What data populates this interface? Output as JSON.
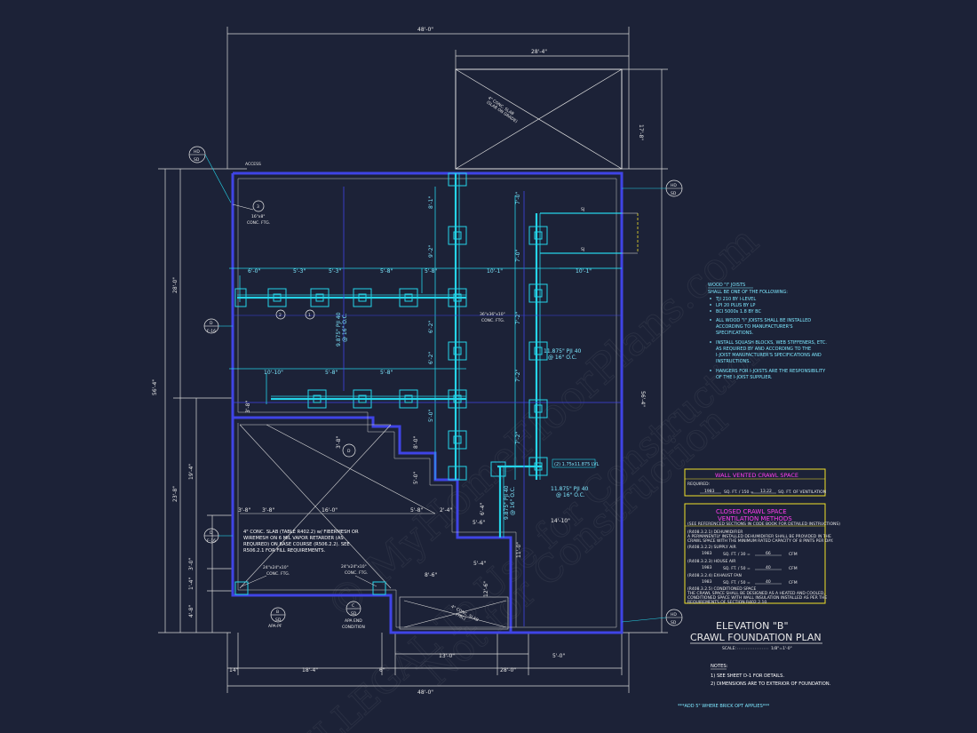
{
  "overall": {
    "top_width": "48'-0\"",
    "bottom_width": "48'-0\"",
    "left_height": "56'-4\"",
    "right_height": "56'-4\""
  },
  "slab": {
    "width": "28'-4\"",
    "depth": "17'-8\"",
    "label_line1": "4\" CONC. SLAB",
    "label_line2": "(SLAB ON GRADE)"
  },
  "access_label": "ACCESS",
  "left_dims": [
    "28'-0\"",
    "23'-8\"",
    "19'-4\"",
    "3'-8\"",
    "3'-0\"",
    "1'-4\"",
    "4'-8\""
  ],
  "right_dims": [
    "17'-8\""
  ],
  "bottom_dims": [
    "14\"",
    "18'-4\"",
    "6\"",
    "13'-0\"",
    "28'-0\"",
    "5'-0\""
  ],
  "row1_dims": [
    "6'-0\"",
    "5'-3\"",
    "5'-3\"",
    "5'-8\"",
    "5'-8\"",
    "10'-1\"",
    "10'-1\""
  ],
  "row2_dims": [
    "10'-10\"",
    "5'-8\"",
    "5'-8\""
  ],
  "col_dims": [
    "8'-1\"",
    "9'-2\"",
    "6'-2\"",
    "6'-2\"",
    "5'-0\"",
    "7'-0\"",
    "7'-0\"",
    "7'-2\"",
    "7'-2\"",
    "7'-2\""
  ],
  "misc_dims": [
    "3'-8\"",
    "3'-8\"",
    "3'-8\"",
    "16'-0\"",
    "5'-8\"",
    "2'-4\"",
    "5'-4\"",
    "8'-6\"",
    "14'-10\"",
    "5'-6\"",
    "12'-6\"",
    "6'-4\"",
    "11'-0\"",
    "8'-0\"",
    "5'-0\""
  ],
  "callouts": {
    "ftg1_num": "3",
    "ftg1_line1": "16\"x8\"",
    "ftg1_line2": "CONC. FTG.",
    "ftg2_num": "2",
    "ftg3_num": "1",
    "pier_line1": "36\"x36\"x10\"",
    "pier_line2": "CONC. FTG.",
    "beam1_line1": "9.875\" PJI 40",
    "beam1_line2": "@ 16\" O.C.",
    "beam2_line1": "11.875\" PJI 40",
    "beam2_line2": "@ 16\" O.C.",
    "beam3_line1": "11.875\" PJI 40",
    "beam3_line2": "@ 16\" O.C.",
    "beam4_line1": "9.875\" PJI 40",
    "beam4_line2": "@ 16\" O.C.",
    "sj1": "SJ",
    "sj2": "SJ",
    "ftg_a_line1": "24\"x24\"x10\"",
    "ftg_a_line2": "CONC. FTG.",
    "ftg_b_line1": "24\"x24\"x10\"",
    "ftg_b_line2": "CONC. FTG.",
    "beam_tag": "(2) 1.75x11.875 LVL",
    "slab_note_line1": "4\" CONC. SLAB (TABLE R402.2) w/ FIBERMESH OR",
    "slab_note_line2": "WIREMESH ON 6 MIL VAPOR RETARDER (AS",
    "slab_note_line3": "REQUIRED) ON BASE COURSE (R506.2.2). SEE",
    "slab_note_line4": "R506.2.1 FOR FILL REQUIREMENTS.",
    "slab2_line1": "4\" CONC. SLAB",
    "slab2_line2": "(TBL)",
    "apa_pf": "APA-PF",
    "apa_end_line1": "APA END",
    "apa_end_line2": "CONDITION"
  },
  "tags": {
    "hd_top": "HD",
    "sd_bot": "SD",
    "d1": "D",
    "d1b": "F-16",
    "d2": "D",
    "d2b": "F-16",
    "d3": "D",
    "b": "B",
    "b2": "SD",
    "c": "C",
    "c2": "SD"
  },
  "joist_notes": {
    "title": "WOOD \"I\" JOISTS",
    "subtitle": "SHALL BE ONE OF THE FOLLOWING:",
    "options": [
      "TJI 210 BY I-LEVEL",
      "LPI 20 PLUS BY LP",
      "BCI 5000s 1.8 BY BC"
    ],
    "b1_l1": "ALL WOOD \"I\" JOISTS SHALL BE INSTALLED",
    "b1_l2": "ACCORDING TO MANUFACTURER'S",
    "b1_l3": "SPECIFICATIONS.",
    "b2_l1": "INSTALL SQUASH BLOCKS, WEB STIFFENERS, ETC.",
    "b2_l2": "AS REQUIRED BY AND ACCORDING TO THE",
    "b2_l3": "I-JOIST MANUFACTURER'S SPECIFICATIONS AND",
    "b2_l4": "INSTRUCTIONS.",
    "b3_l1": "HANGERS FOR I-JOISTS ARE THE RESPONSIBILITY",
    "b3_l2": "OF THE I-JOIST SUPPLIER."
  },
  "wall_vented": {
    "title": "WALL VENTED CRAWL SPACE",
    "required_label": "REQUIRED:",
    "area": "1983",
    "formula": "SQ. FT. / 150 =",
    "result": "13.22",
    "unit": "SQ. FT. OF VENTILATION"
  },
  "closed_crawl": {
    "title1": "CLOSED CRAWL SPACE",
    "title2": "VENTILATION METHODS",
    "ref": "(SEE REFERENCED SECTIONS IN CODE BOOK FOR DETAILED INSTRUCTIONS)",
    "m1_label": "(R408.3.2.1) DEHUMIDIFIER",
    "m1_l1": "A PERMANENTLY INSTALLED DEHUMIDIFIER SHALL BE PROVIDED IN THE",
    "m1_l2": "CRAWL SPACE WITH THE MINIMUM RATED CAPACITY OF 8 PINTS PER DAY.",
    "m2_label": "(R408.3.2.2) SUPPLY AIR",
    "m2_area": "1983",
    "m2_formula": "SQ. FT. / 30 =",
    "m2_result": "66",
    "m2_unit": "CFM",
    "m3_label": "(R408.3.2.3) HOUSE AIR",
    "m3_area": "1983",
    "m3_formula": "SQ. FT. / 50 =",
    "m3_result": "40",
    "m3_unit": "CFM",
    "m4_label": "(R408.3.2.4) EXHAUST FAN",
    "m4_area": "1983",
    "m4_formula": "SQ. FT. / 50 =",
    "m4_result": "40",
    "m4_unit": "CFM",
    "m5_label": "(R408.3.2.5) CONDITIONED SPACE",
    "m5_l1": "THE CRAWL SPACE SHALL BE DESIGNED AS A HEATED AND COOLED,",
    "m5_l2": "CONDITIONED SPACE WITH WALL INSULATION INSTALLED AS PER THE",
    "m5_l3": "REQUIREMENTS OF SECTION R402.2.10."
  },
  "title_block": {
    "line1": "ELEVATION \"B\"",
    "line2": "CRAWL FOUNDATION PLAN",
    "scale_label": "SCALE:",
    "scale_value": "1/8\"=1'-0\""
  },
  "notes": {
    "heading": "NOTES:",
    "n1": "1)  SEE SHEET D-1 FOR DETAILS.",
    "n2": "2)  DIMENSIONS ARE TO EXTERIOR OF FOUNDATION."
  },
  "brick_note": "***ADD 5\" WHERE BRICK OPT APPLIES***",
  "watermark": {
    "line1": "© MyHomeFloorPlans.com",
    "line2": "Not for Construction",
    "line3": "ILLEGAL To Use for Construction"
  },
  "colors": {
    "background": "#1c2237",
    "foundation": "#3f44e6",
    "beam": "#25d4e8",
    "text": "#e8e8e8",
    "note": "#7ee8ff",
    "magenta": "#ff3cf0",
    "yellow": "#f2e12a"
  }
}
